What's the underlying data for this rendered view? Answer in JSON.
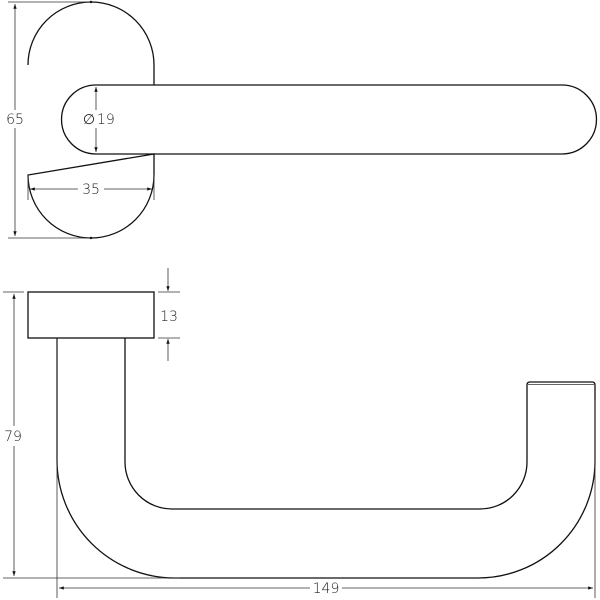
{
  "drawing": {
    "top_view": {
      "rose_height": "65",
      "rose_width": "35",
      "lever_diameter": "19",
      "diameter_symbol": "∅"
    },
    "side_view": {
      "rose_thickness": "13",
      "overall_height": "79",
      "overall_length": "149"
    },
    "line_color": "#111111"
  }
}
